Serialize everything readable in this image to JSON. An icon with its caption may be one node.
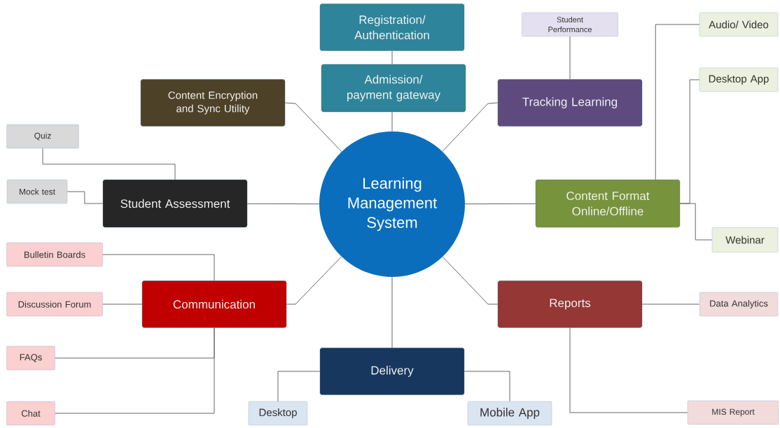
{
  "diagram": {
    "nodes": [
      {
        "text": [
          "Learning Management System"
        ]
      },
      {
        "text": [
          "Registration/ Authentication"
        ]
      },
      {
        "text": [
          "Admission/ payment gateway"
        ]
      },
      {
        "text": [
          "Content Encryption and Sync Utility"
        ]
      },
      {
        "text": [
          "Tracking Learning"
        ]
      },
      {
        "text": [
          "Student Performance"
        ]
      },
      {
        "text": [
          "Student Assessment"
        ]
      },
      {
        "text": [
          "Quiz"
        ]
      },
      {
        "text": [
          "Mock test"
        ]
      },
      {
        "text": [
          "Content Format Online/Offline"
        ]
      },
      {
        "text": [
          "Audio/ Video"
        ]
      },
      {
        "text": [
          "Desktop App"
        ]
      },
      {
        "text": [
          "Webinar"
        ]
      },
      {
        "text": [
          "Communication"
        ]
      },
      {
        "text": [
          "Bulletin Boards"
        ]
      },
      {
        "text": [
          "Discussion Forum"
        ]
      },
      {
        "text": [
          "FAQs"
        ]
      },
      {
        "text": [
          "Chat"
        ]
      },
      {
        "text": [
          "Reports"
        ]
      },
      {
        "text": [
          "Data Analytics"
        ]
      },
      {
        "text": [
          "MIS Report"
        ]
      },
      {
        "text": [
          "Delivery"
        ]
      },
      {
        "text": [
          "Desktop"
        ]
      },
      {
        "text": [
          "Mobile App"
        ]
      }
    ],
    "edges": [
      {
        "from": 2,
        "to": 1,
        "arrow": "none"
      },
      {
        "from": 0,
        "to": 2,
        "arrow": "none"
      },
      {
        "from": 0,
        "to": 3,
        "arrow": "none"
      },
      {
        "from": 0,
        "to": 4,
        "arrow": "none"
      },
      {
        "from": 4,
        "to": 5,
        "arrow": "none"
      },
      {
        "from": 0,
        "to": 6,
        "arrow": "none"
      },
      {
        "from": 6,
        "to": 7,
        "arrow": "none"
      },
      {
        "from": 6,
        "to": 8,
        "arrow": "none"
      },
      {
        "from": 0,
        "to": 9,
        "arrow": "none"
      },
      {
        "from": 9,
        "to": 10,
        "arrow": "none"
      },
      {
        "from": 9,
        "to": 11,
        "arrow": "none"
      },
      {
        "from": 9,
        "to": 12,
        "arrow": "none"
      },
      {
        "from": 0,
        "to": 13,
        "arrow": "none"
      },
      {
        "from": 13,
        "to": 14,
        "arrow": "none"
      },
      {
        "from": 13,
        "to": 15,
        "arrow": "none"
      },
      {
        "from": 13,
        "to": 16,
        "arrow": "none"
      },
      {
        "from": 13,
        "to": 17,
        "arrow": "none"
      },
      {
        "from": 0,
        "to": 18,
        "arrow": "none"
      },
      {
        "from": 18,
        "to": 19,
        "arrow": "none"
      },
      {
        "from": 18,
        "to": 20,
        "arrow": "none"
      },
      {
        "from": 0,
        "to": 21,
        "arrow": "none"
      },
      {
        "from": 21,
        "to": 22,
        "arrow": "none"
      },
      {
        "from": 21,
        "to": 23,
        "arrow": "none"
      }
    ]
  }
}
